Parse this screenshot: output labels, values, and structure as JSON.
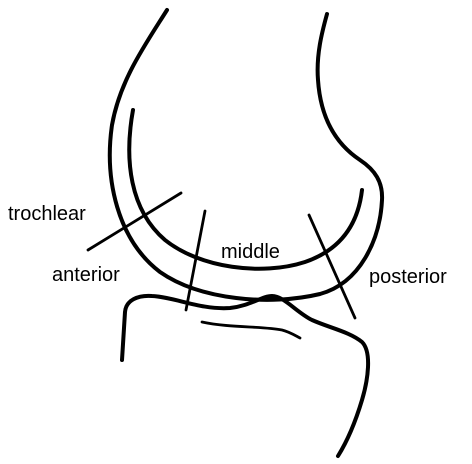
{
  "labels": {
    "trochlear": "trochlear",
    "anterior": "anterior",
    "middle": "middle",
    "posterior": "posterior"
  },
  "colors": {
    "stroke": "#000000",
    "background": "#ffffff"
  }
}
